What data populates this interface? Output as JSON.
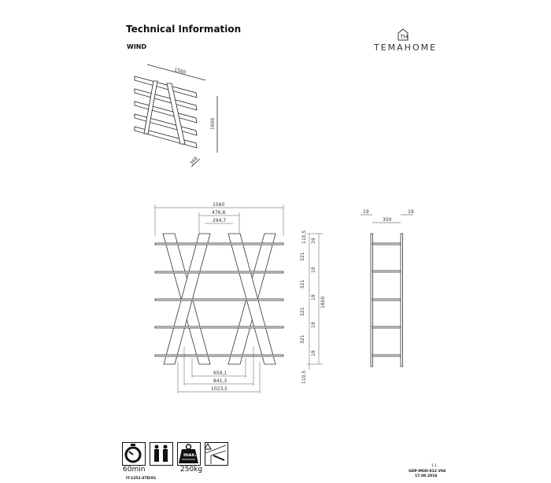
{
  "header": {
    "title": "Technical Information",
    "product": "WIND",
    "brand": "TEMAHOME",
    "logo_letters": "TH"
  },
  "iso_view": {
    "width": "1560",
    "height": "1600",
    "depth": "368"
  },
  "front_view": {
    "width": "1560",
    "top_outer": "476,8",
    "top_inner": "294,7",
    "bottom_inner": "659,1",
    "bottom_mid": "841,3",
    "bottom_outer": "1023,5",
    "height": "1600",
    "top_gap": "110,5",
    "bottom_gap": "110,5",
    "shelf_spacing": "321",
    "shelf_thickness": "19"
  },
  "side_view": {
    "post_left": "19",
    "inner": "350",
    "post_right": "19"
  },
  "icons": [
    {
      "name": "stopwatch-icon",
      "caption": "60min"
    },
    {
      "name": "two-persons-icon",
      "caption": ""
    },
    {
      "name": "max-weight-icon",
      "caption": "250kg",
      "text": "max."
    },
    {
      "name": "wall-fixing-warning-icon",
      "caption": ""
    }
  ],
  "footer": {
    "doc_code": "IT-1252-STD/01",
    "page": "1.1",
    "form": "GDP-MOD-012 V04",
    "date": "17.08.2016"
  }
}
